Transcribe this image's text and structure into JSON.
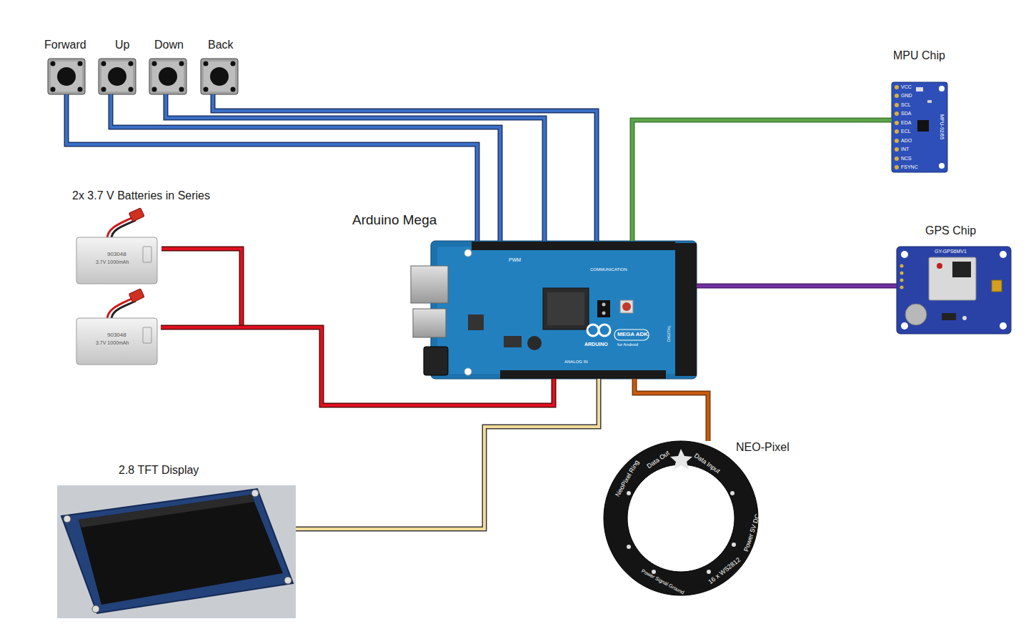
{
  "diagram": {
    "nodes": [
      {
        "text": [
          "Forward"
        ]
      },
      {
        "text": [
          "Up"
        ]
      },
      {
        "text": [
          "Down"
        ]
      },
      {
        "text": [
          "Back"
        ]
      },
      {
        "text": [
          "MPU Chip"
        ]
      },
      {
        "text": [
          "2x 3.7 V Batteries in Series"
        ]
      },
      {
        "text": [
          "Arduino Mega"
        ]
      },
      {
        "text": [
          "GPS Chip"
        ]
      },
      {
        "text": [
          "2.8 TFT Display"
        ]
      },
      {
        "text": [
          "NEO-Pixel"
        ]
      }
    ],
    "edges": [
      {
        "from": 0,
        "to": 6,
        "arrow": "none"
      },
      {
        "from": 1,
        "to": 6,
        "arrow": "none"
      },
      {
        "from": 2,
        "to": 6,
        "arrow": "none"
      },
      {
        "from": 3,
        "to": 6,
        "arrow": "none"
      },
      {
        "from": 4,
        "to": 6,
        "arrow": "none"
      },
      {
        "from": 5,
        "to": 6,
        "arrow": "none"
      },
      {
        "from": 7,
        "to": 6,
        "arrow": "none"
      },
      {
        "from": 8,
        "to": 6,
        "arrow": "none"
      },
      {
        "from": 9,
        "to": 6,
        "arrow": "none"
      }
    ],
    "labels": [
      "903048",
      "3.7V 1000mAh",
      "903048",
      "3.7V 1000mAh",
      "PWM",
      "COMMUNICATION",
      "MEGA ADK",
      "ARDUINO",
      "for Android",
      "ANALOG IN",
      "DIGITAL",
      "VCC",
      "GND",
      "SCL",
      "SDA",
      "EDA",
      "ECL",
      "ADO",
      "INT",
      "NCS",
      "FSYNC",
      "MPU-92/65",
      "GY-GPS6MV1",
      "Data Out",
      "Data Input",
      "NeoPixel Ring",
      "Power 5V DC",
      "16 x WS2812",
      "Power Signal Ground"
    ]
  }
}
